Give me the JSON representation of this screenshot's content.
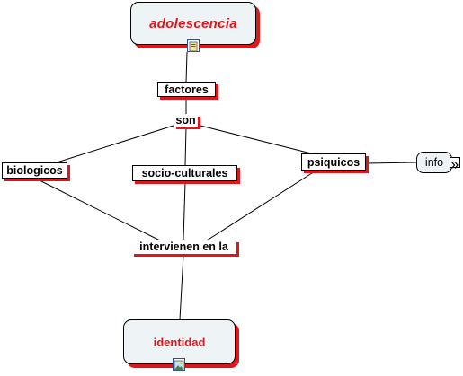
{
  "map": {
    "concepts": {
      "adolescencia": "adolescencia",
      "identidad": "identidad",
      "info": "info"
    },
    "linking_phrases": {
      "factores": "factores",
      "son": "son",
      "biologicos": "biologicos",
      "socio_culturales": "socio-culturales",
      "psiquicos": "psiquicos",
      "intervienen": "intervienen en la"
    },
    "icons": {
      "adolescencia_resource": "document-icon",
      "identidad_resource": "image-icon",
      "info_expand": "double-chevron-right-icon"
    },
    "colors": {
      "accent": "#e0161c",
      "concept_fill": "#eef3f6",
      "line": "#000000"
    }
  }
}
